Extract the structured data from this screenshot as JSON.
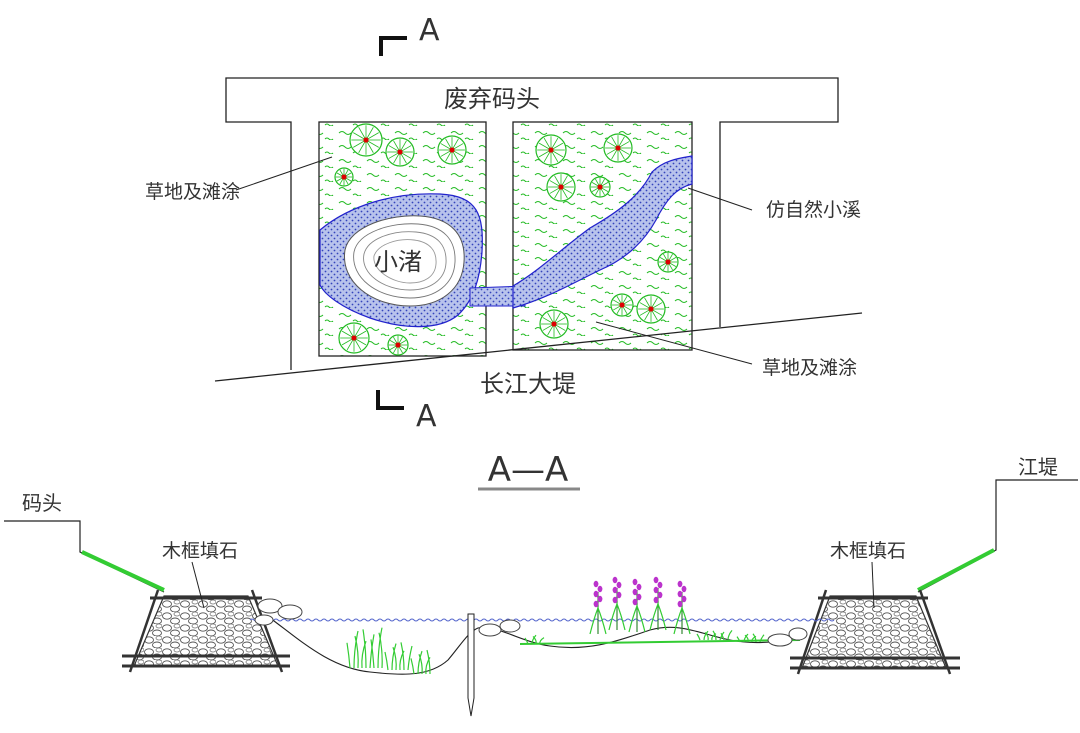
{
  "plan": {
    "title": "废弃码头",
    "islet": "小渚",
    "grass_left": "草地及滩涂",
    "grass_right": "草地及滩涂",
    "creek": "仿自然小溪",
    "levee": "长江大堤",
    "section_letter_top": "A",
    "section_letter_bottom": "A"
  },
  "section": {
    "title": "A—A",
    "left_bank": "码头",
    "right_bank": "江堤",
    "crib_left": "木框填石",
    "crib_right": "木框填石"
  },
  "colors": {
    "line": "#222222",
    "grass": "#22bb22",
    "water_fill": "#9aa9e0",
    "water_edge": "#2222cc",
    "tree_dot": "#dd0000",
    "flower": "#bb33cc",
    "reed": "#33cc33"
  }
}
